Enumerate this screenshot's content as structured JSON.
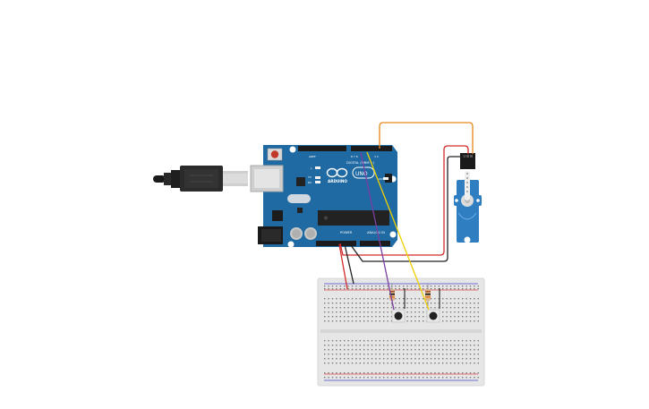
{
  "canvas": {
    "background": "#ffffff"
  },
  "arduino": {
    "brand": "ARDUINO",
    "model": "UNO",
    "digital_header_label": "DIGITAL (PWM ~)",
    "power_label": "POWER",
    "analog_label": "ANALOG IN",
    "tx_label": "TX",
    "rx_label": "RX",
    "l_label": "L",
    "on_label": "ON",
    "board_color": "#1f6aa3"
  },
  "colors": {
    "wire_orange": "#e8891a",
    "wire_red": "#d42a2a",
    "wire_black": "#222222",
    "wire_purple": "#7a3fa0",
    "wire_yellow": "#f0d000",
    "servo_blue": "#2f7ec2",
    "breadboard": "#e6e6e6",
    "rail_red": "#d44",
    "rail_blue": "#44c"
  },
  "components": {
    "usb_cable": "usb-cable",
    "servo": "micro-servo",
    "buttons": [
      "pushbutton-1",
      "pushbutton-2"
    ],
    "resistors": [
      "resistor-1",
      "resistor-2"
    ]
  }
}
